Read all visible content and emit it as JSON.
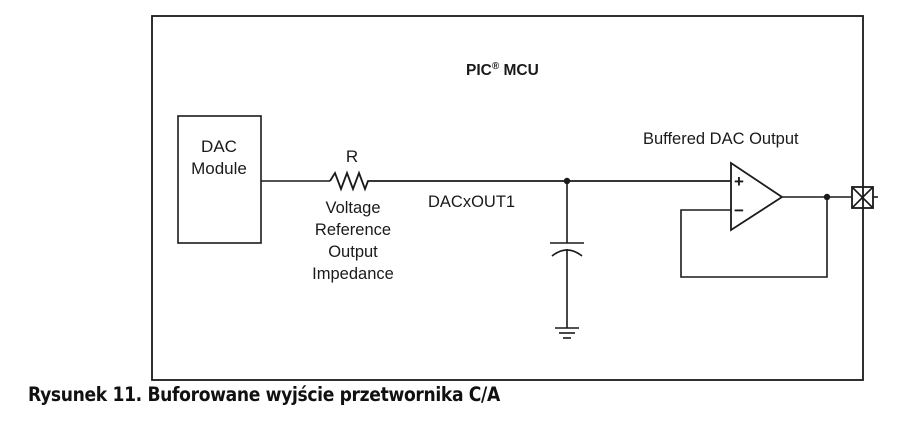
{
  "diagram": {
    "title": "PIC® MCU",
    "title_main": "PIC",
    "title_sup": "®",
    "title_rest": " MCU",
    "dac_module": {
      "line1": "DAC",
      "line2": "Module"
    },
    "resistor": {
      "name": "R",
      "description": [
        "Voltage",
        "Reference",
        "Output",
        "Impedance"
      ]
    },
    "net_label": "DACxOUT1",
    "buffer_label": "Buffered DAC Output",
    "opamp": {
      "plus": "+",
      "minus": "−"
    },
    "colors": {
      "line": "#1a1a1a",
      "background": "#ffffff"
    }
  },
  "caption": "Rysunek 11. Buforowane wyjście przetwornika C/A"
}
